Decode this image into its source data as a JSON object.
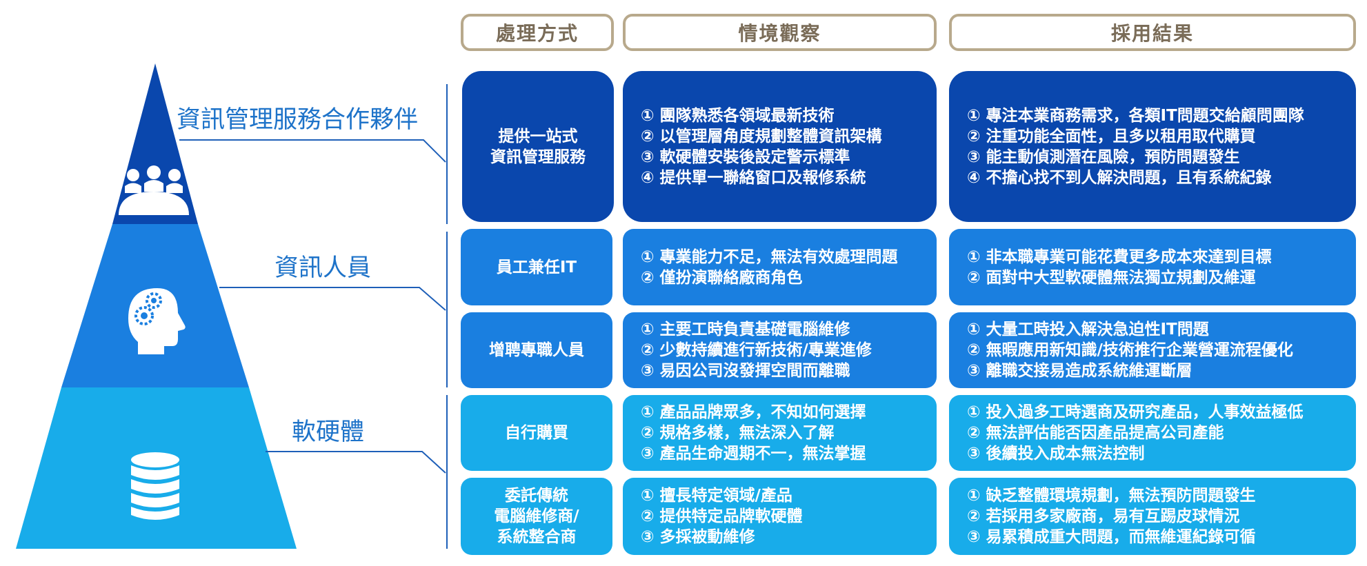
{
  "headers": {
    "method": "處理方式",
    "observation": "情境觀察",
    "result": "採用結果"
  },
  "tiers": [
    {
      "label": "資訊管理服務合作夥伴",
      "icon": "team-meeting-icon",
      "color": "#0a47ad"
    },
    {
      "label": "資訊人員",
      "icon": "head-gears-icon",
      "color": "#1a7fe0"
    },
    {
      "label": "軟硬體",
      "icon": "database-icon",
      "color": "#18acea"
    }
  ],
  "rows": [
    {
      "method": [
        "提供一站式",
        "資訊管理服務"
      ],
      "observations": [
        "① 團隊熟悉各領域最新技術",
        "② 以管理層角度規劃整體資訊架構",
        "③ 軟硬體安裝後設定警示標準",
        "④ 提供單一聯絡窗口及報修系統"
      ],
      "results": [
        "① 專注本業商務需求，各類IT問題交給顧問團隊",
        "② 注重功能全面性，且多以租用取代購買",
        "③ 能主動偵測潛在風險，預防問題發生",
        "④ 不擔心找不到人解決問題，且有系統紀錄"
      ]
    },
    {
      "method": [
        "員工兼任IT"
      ],
      "observations": [
        "① 專業能力不足，無法有效處理問題",
        "② 僅扮演聯絡廠商角色"
      ],
      "results": [
        "① 非本職專業可能花費更多成本來達到目標",
        "② 面對中大型軟硬體無法獨立規劃及維運"
      ]
    },
    {
      "method": [
        "增聘專職人員"
      ],
      "observations": [
        "① 主要工時負責基礎電腦維修",
        "② 少數持續進行新技術/專業進修",
        "③ 易因公司沒發揮空間而離職"
      ],
      "results": [
        "① 大量工時投入解決急迫性IT問題",
        "② 無暇應用新知識/技術推行企業營運流程優化",
        "③ 離職交接易造成系統維運斷層"
      ]
    },
    {
      "method": [
        "自行購買"
      ],
      "observations": [
        "① 產品品牌眾多，不知如何選擇",
        "② 規格多樣，無法深入了解",
        "③ 產品生命週期不一，無法掌握"
      ],
      "results": [
        "① 投入過多工時選商及研究產品，人事效益極低",
        "② 無法評估能否因產品提高公司產能",
        "③ 後續投入成本無法控制"
      ]
    },
    {
      "method": [
        "委託傳統",
        "電腦維修商/",
        "系統整合商"
      ],
      "observations": [
        "① 擅長特定領域/產品",
        "② 提供特定品牌軟硬體",
        "③ 多採被動維修"
      ],
      "results": [
        "① 缺乏整體環境規劃，無法預防問題發生",
        "② 若採用多家廠商，易有互踢皮球情況",
        "③ 易累積成重大問題，而無維運紀錄可循"
      ]
    }
  ],
  "colors": {
    "header_border": "#b8a98c",
    "header_text": "#7a6c58",
    "label_text": "#1e73c9"
  }
}
